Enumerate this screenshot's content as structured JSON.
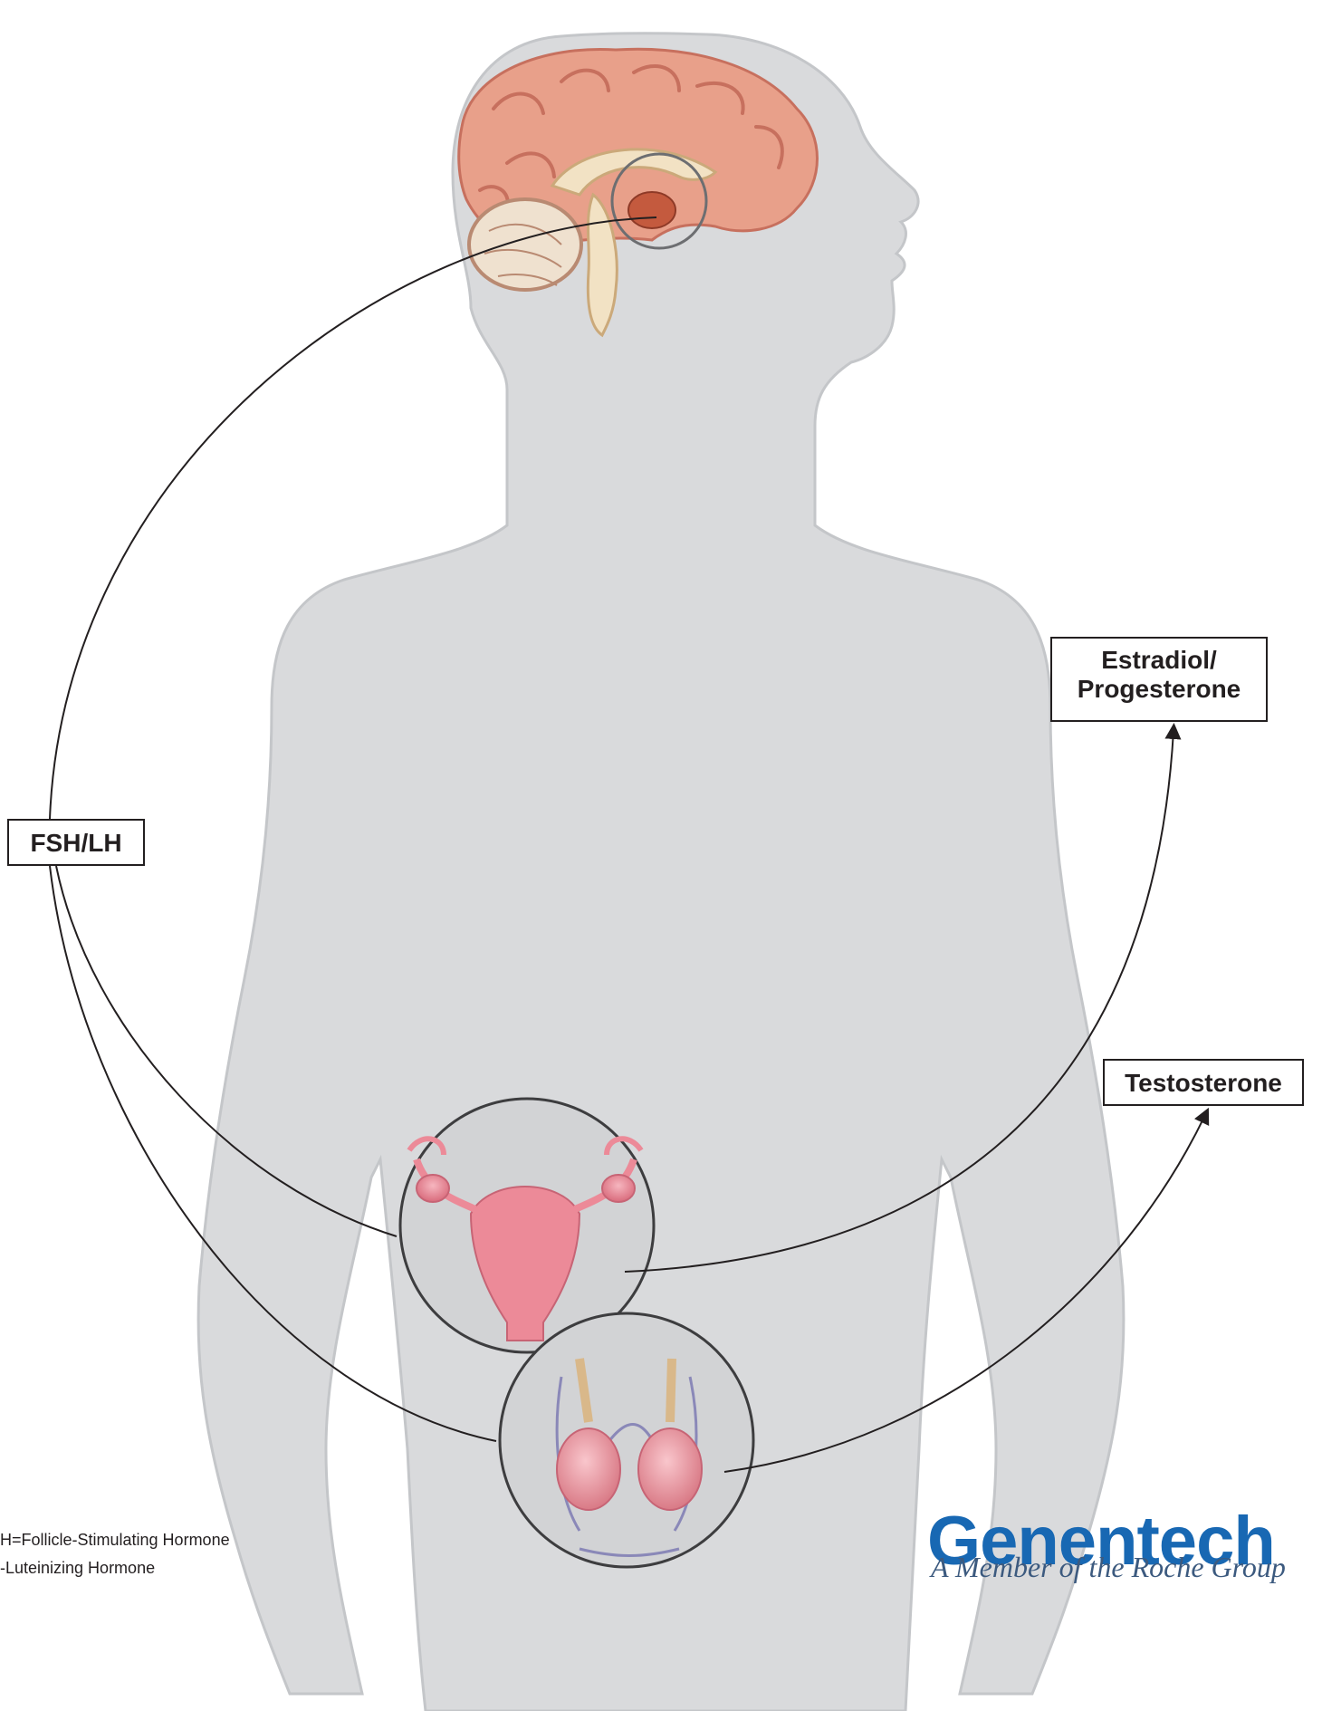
{
  "labels": {
    "fsh_lh": "FSH/LH",
    "estradiol_line1": "Estradiol/",
    "estradiol_line2": "Progesterone",
    "testosterone": "Testosterone"
  },
  "legend": {
    "line1": "H=Follicle-Stimulating Hormone",
    "line2": "-Luteinizing Hormone"
  },
  "logo": {
    "wordmark": "Genentech",
    "tagline": "A Member of the Roche Group",
    "brand_color": "#1868b3"
  },
  "colors": {
    "body_silhouette": "#d9dadc",
    "brain": "#e8a08a",
    "organ": "#ec8a98",
    "arrow": "#231f20"
  }
}
